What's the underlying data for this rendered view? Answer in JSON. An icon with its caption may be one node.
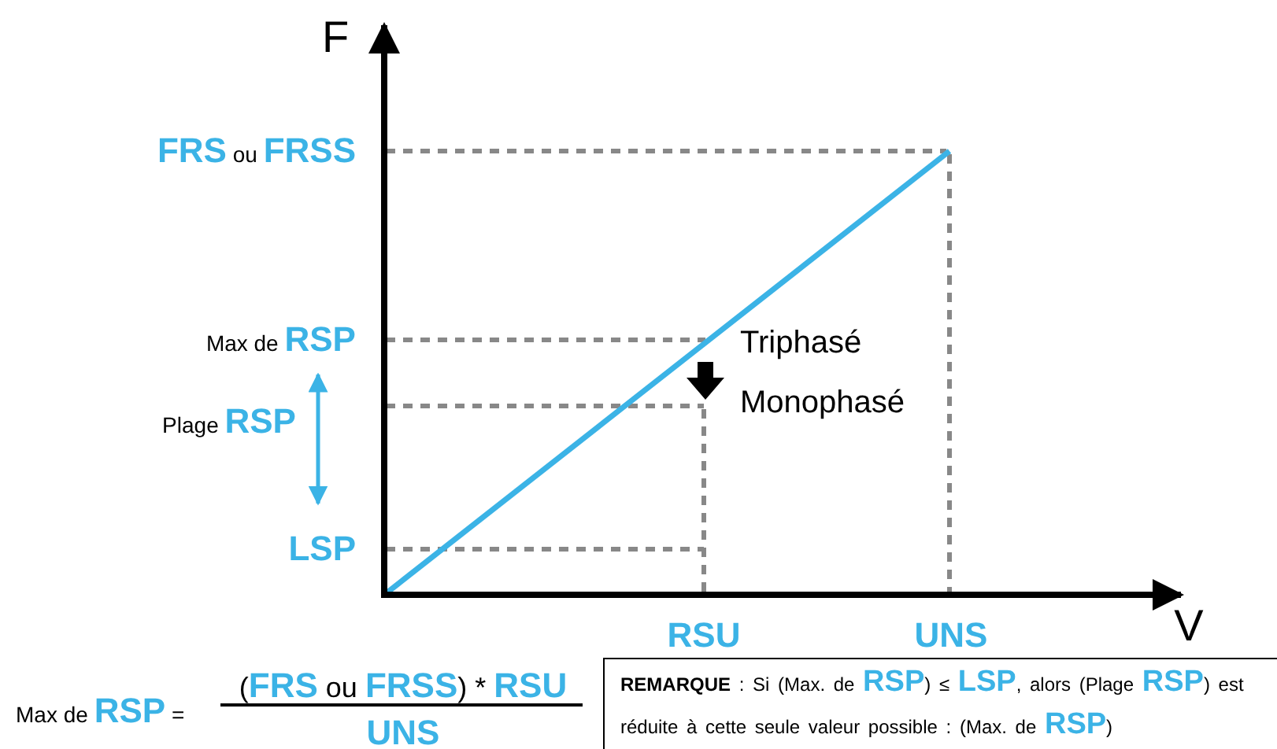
{
  "diagram": {
    "labels": [
      "F",
      "**FRS** ou **FRSS**",
      "Max de **RSP**",
      "Triphasé",
      "Plage **RSP**",
      "Monophasé",
      "**LSP**",
      "**RSU**",
      "**UNS**",
      "V",
      "Max de **RSP** =",
      "(**FRS** ou **FRSS**) * **RSU**",
      "**UNS**",
      "**REMARQUE** : Si (Max. de **RSP**) ≤ **LSP**, alors (Plage **RSP**) est réduite à cette seule valeur possible : (Max. de **RSP**)"
    ]
  }
}
